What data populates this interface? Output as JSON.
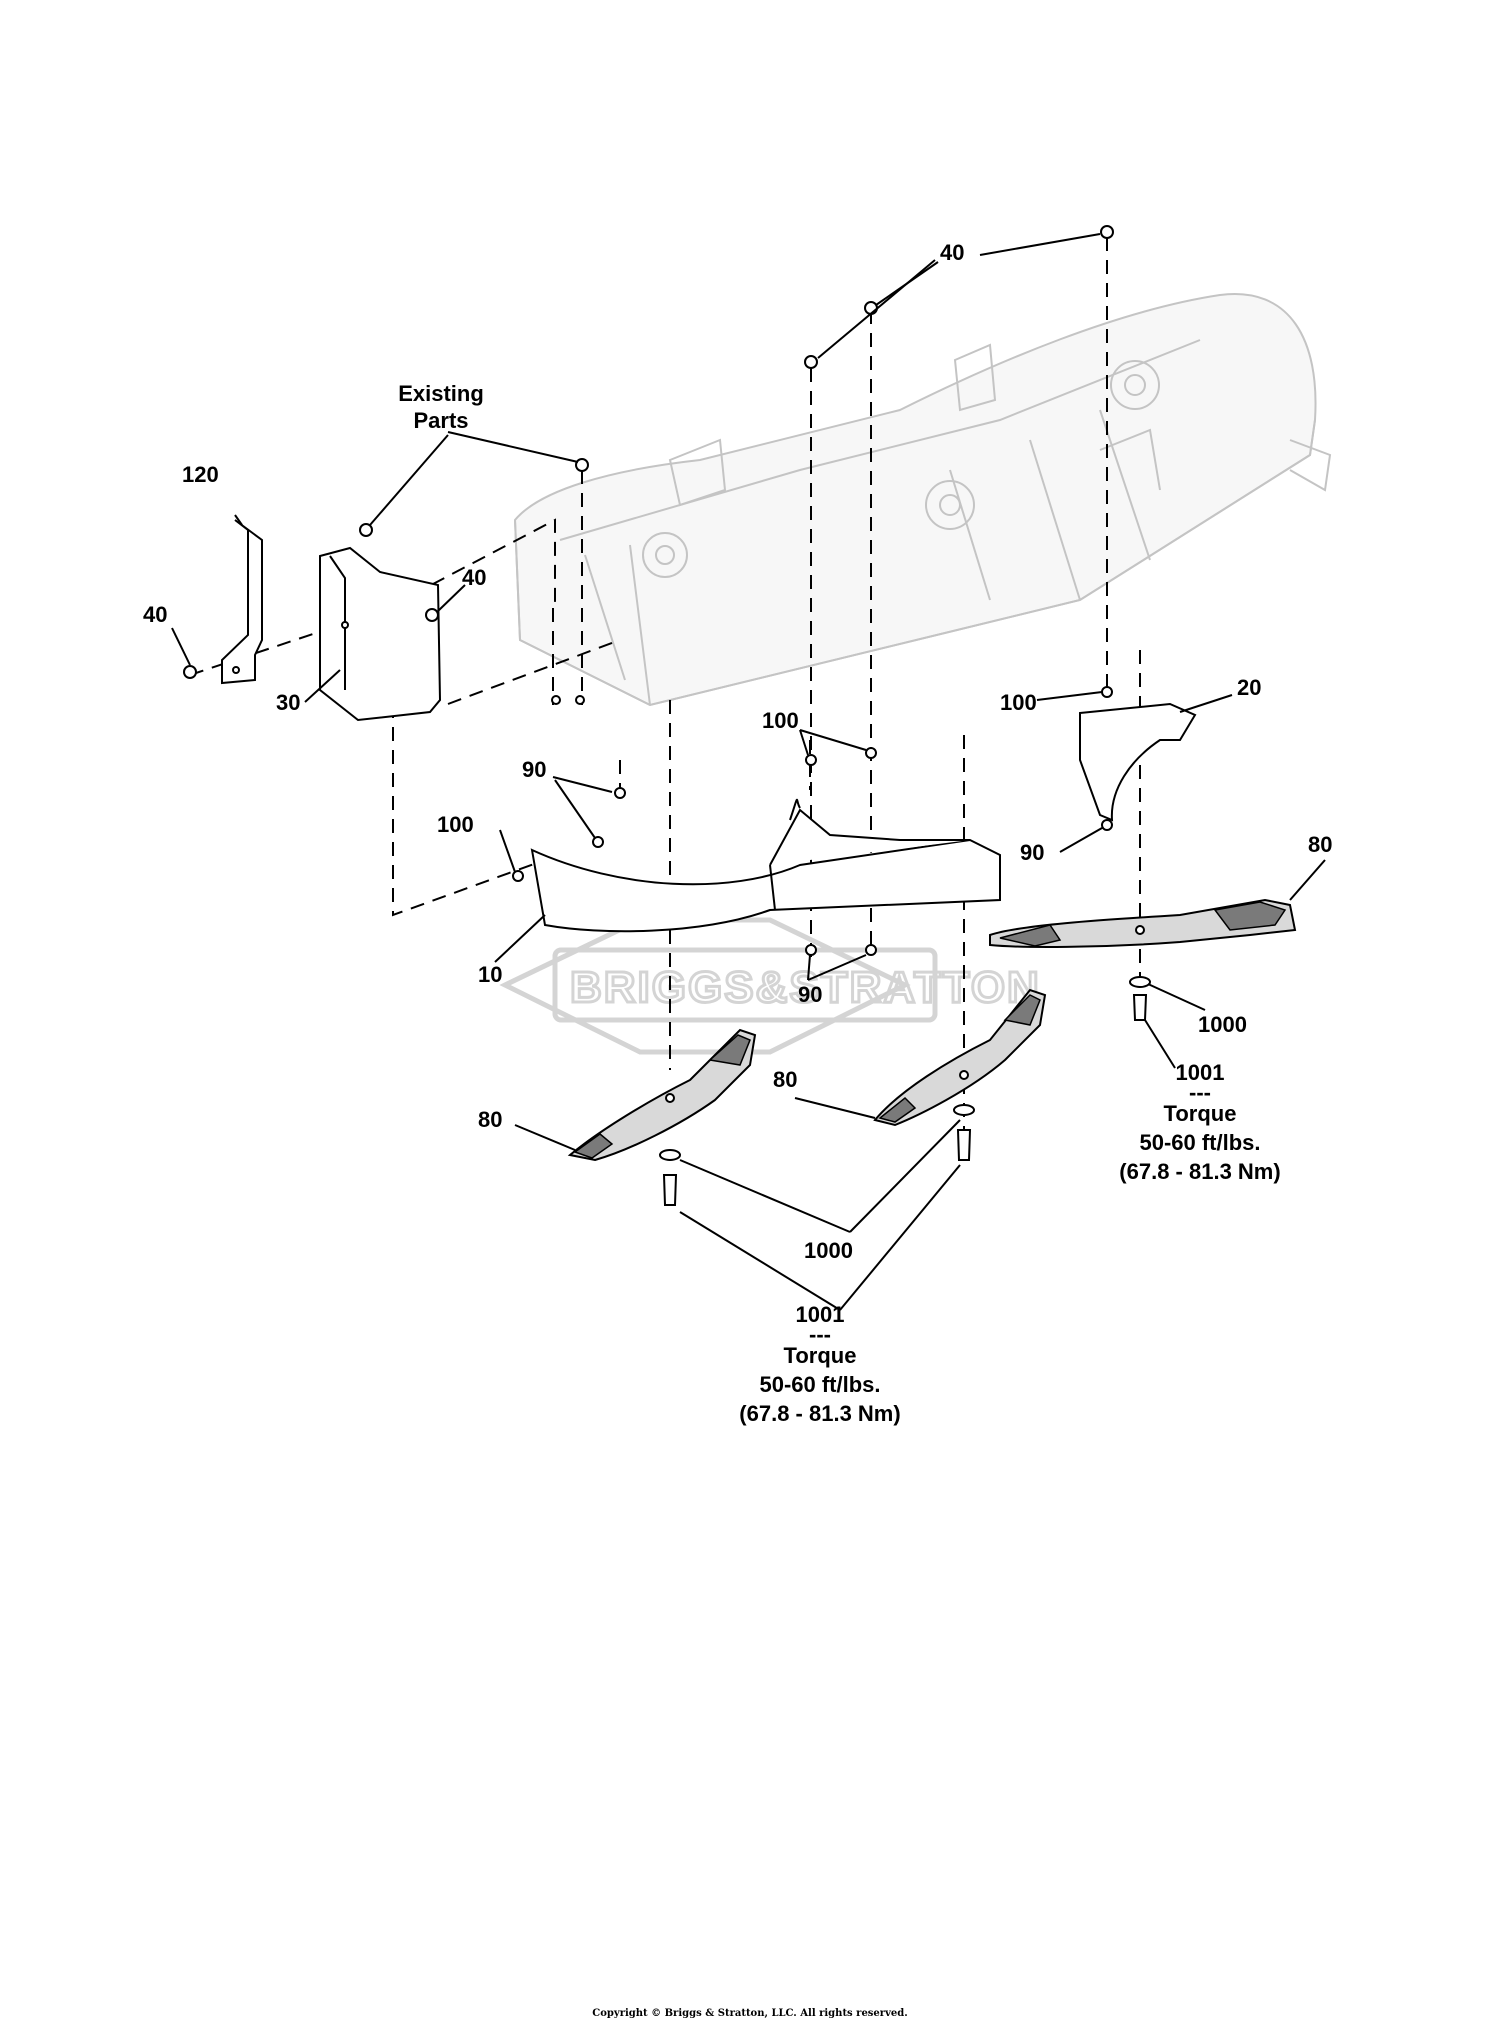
{
  "diagram": {
    "existing_parts_label": [
      "Existing",
      "Parts"
    ],
    "callouts": {
      "c40_top": "40",
      "c40_right": "40",
      "c40_left": "40",
      "c120": "120",
      "c30": "30",
      "c90_a": "90",
      "c100_a": "100",
      "c10": "10",
      "c100_b": "100",
      "c90_b": "90",
      "c100_c": "100",
      "c20": "20",
      "c90_c": "90",
      "c80_right": "80",
      "c80_mid": "80",
      "c80_left": "80",
      "c1000_right": "1000",
      "c1000_bottom": "1000"
    },
    "torque_note_right": {
      "part": "1001",
      "sep": "---",
      "label": "Torque",
      "value": "50-60 ft/lbs.",
      "metric": "(67.8 - 81.3 Nm)"
    },
    "torque_note_bottom": {
      "part": "1001",
      "sep": "---",
      "label": "Torque",
      "value": "50-60 ft/lbs.",
      "metric": "(67.8 - 81.3 Nm)"
    },
    "watermark": "BRIGGS&STRATTON",
    "copyright": "Copyright © Briggs & Stratton, LLC. All rights reserved."
  }
}
